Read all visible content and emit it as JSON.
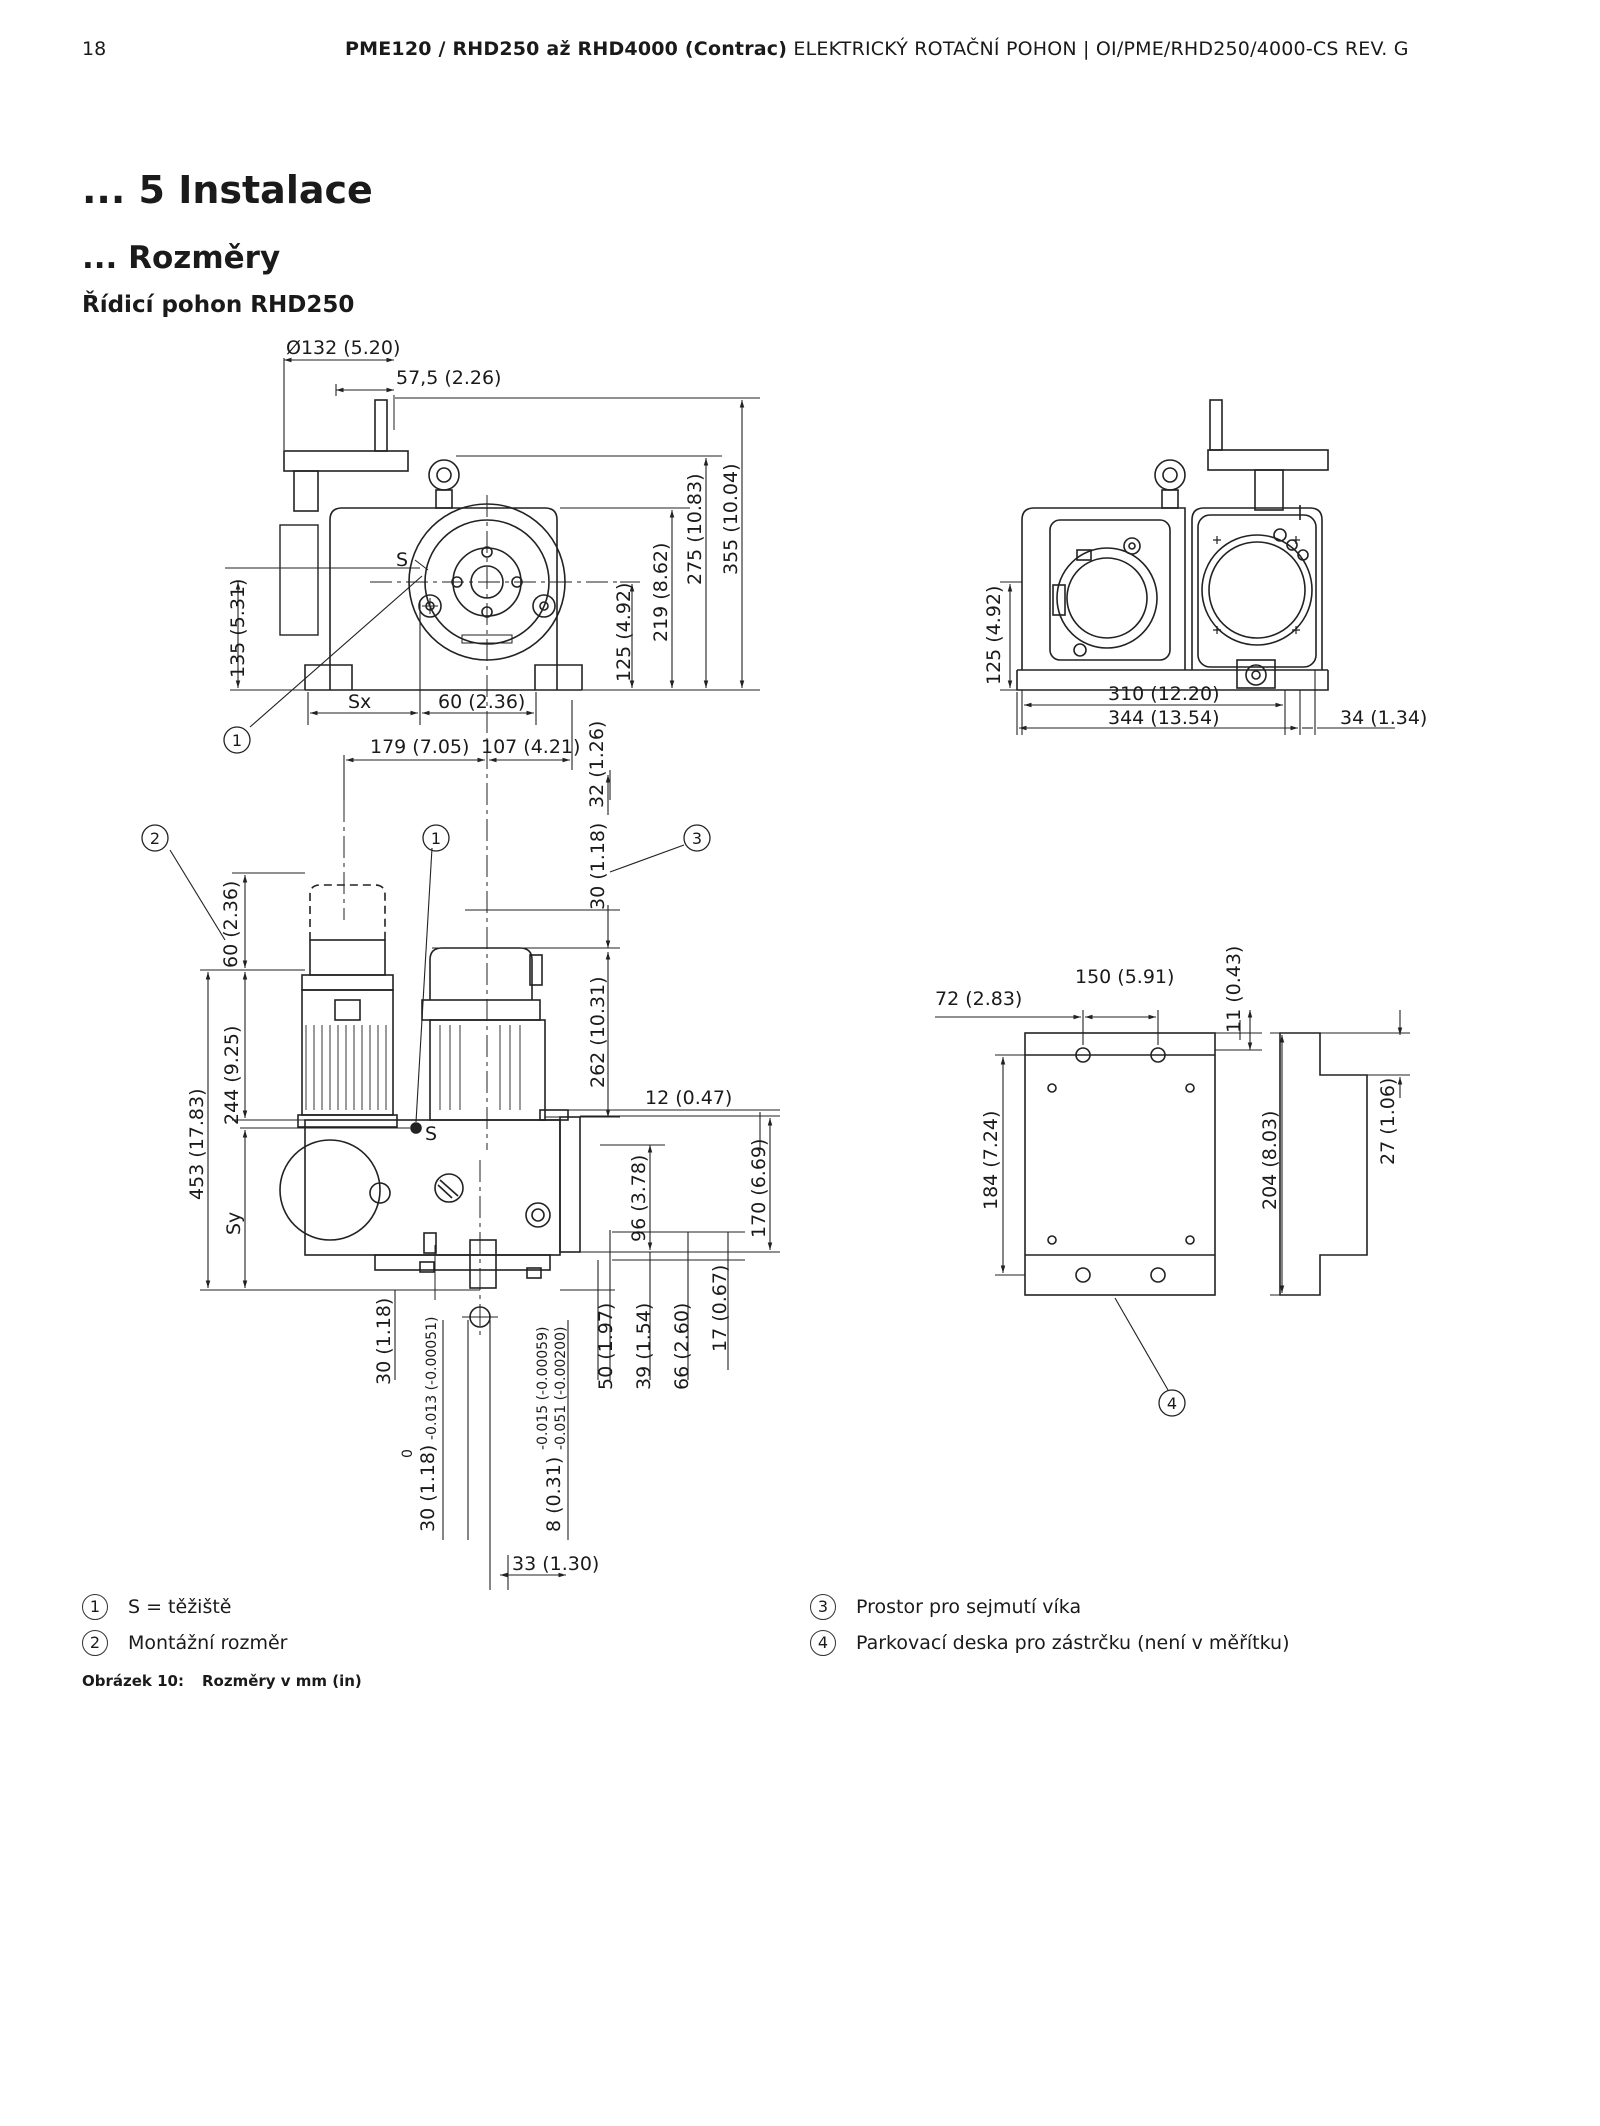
{
  "header": {
    "page_number": "18",
    "title_bold": "PME120 / RHD250 až RHD4000 (Contrac)",
    "title_rest": " ELEKTRICKÝ ROTAČNÍ POHON | OI/PME/RHD250/4000-CS REV. G"
  },
  "headings": {
    "h1": "... 5 Instalace",
    "h2": "... Rozměry",
    "h3": "Řídicí pohon RHD250"
  },
  "drawing": {
    "front": {
      "d_132": "Ø132 (5.20)",
      "d_57": "57,5 (2.26)",
      "d_355": "355 (10.04)",
      "d_275": "275 (10.83)",
      "d_219": "219 (8.62)",
      "d_125": "125 (4.92)",
      "d_135": "135 (5.31)",
      "s_label": "S",
      "sx_label": "Sx",
      "d_60": "60 (2.36)",
      "d_179": "179 (7.05)",
      "d_107": "107 (4.21)",
      "d_32": "32 (1.26)"
    },
    "side": {
      "d_125": "125 (4.92)",
      "d_310": "310 (12.20)",
      "d_344": "344 (13.54)",
      "d_34": "34 (1.34)"
    },
    "top": {
      "d_30a": "30 (1.18)",
      "d_60": "60 (2.36)",
      "d_244": "244 (9.25)",
      "d_453": "453 (17.83)",
      "sy_label": "Sy",
      "s_label": "S",
      "d_262": "262 (10.31)",
      "d_12": "12 (0.47)",
      "d_96": "96 (3.78)",
      "d_170": "170 (6.69)",
      "d_30b": "30 (1.18)",
      "d_30tol_main": "30 (1.18)",
      "d_30tol_upper": "0",
      "d_30tol_lower": "-0.013 (-0.00051)",
      "d_8_main": "8 (0.31)",
      "d_8_upper": "-0.015 (-0.00059)",
      "d_8_lower": "-0.051 (-0.00200)",
      "d_50": "50 (1.97)",
      "d_39": "39 (1.54)",
      "d_66": "66 (2.60)",
      "d_17": "17 (0.67)",
      "d_33": "33 (1.30)"
    },
    "plate": {
      "d_72": "72 (2.83)",
      "d_150": "150 (5.91)",
      "d_11": "11 (0.43)",
      "d_184": "184 (7.24)",
      "d_204": "204 (8.03)",
      "d_27": "27 (1.06)"
    },
    "callouts": {
      "c1": "1",
      "c2": "2",
      "c3": "3",
      "c4": "4"
    }
  },
  "legend": [
    {
      "num": "1",
      "text": "S = těžiště"
    },
    {
      "num": "2",
      "text": "Montážní rozměr"
    },
    {
      "num": "3",
      "text": "Prostor pro sejmutí víka"
    },
    {
      "num": "4",
      "text": "Parkovací deska pro zástrčku (není v měřítku)"
    }
  ],
  "caption": {
    "label": "Obrázek 10:",
    "text": "Rozměry v mm (in)"
  }
}
